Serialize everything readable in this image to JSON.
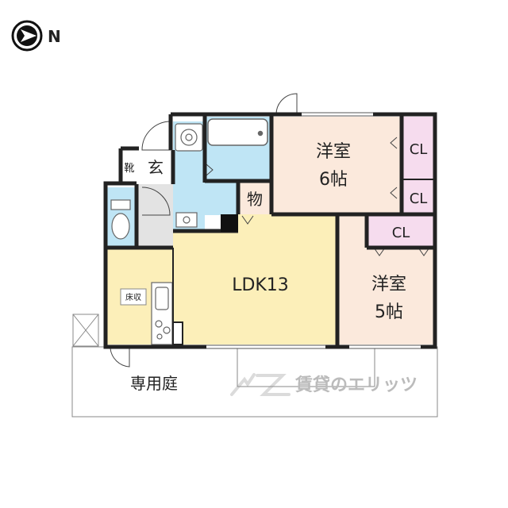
{
  "compass": {
    "label": "N"
  },
  "rooms": {
    "western_room_1": {
      "name": "洋室",
      "size": "6帖"
    },
    "western_room_2": {
      "name": "洋室",
      "size": "5帖"
    },
    "ldk": {
      "name": "LDK13"
    },
    "closet_1": {
      "name": "CL"
    },
    "closet_2": {
      "name": "CL"
    },
    "closet_3": {
      "name": "CL"
    },
    "storage": {
      "name": "物"
    },
    "entrance": {
      "name": "玄"
    },
    "shoe_box": {
      "name": "靴"
    },
    "floor_storage": {
      "name": "床収"
    },
    "private_garden": {
      "name": "専用庭"
    }
  },
  "watermark": {
    "text": "賃貸のエリッツ"
  },
  "colors": {
    "wall": "#222222",
    "bedroom": "#fbe9dc",
    "ldk": "#fcefb9",
    "closet": "#f6dcee",
    "wet_area": "#bfe5f5",
    "entrance": "#e3e3e3"
  }
}
